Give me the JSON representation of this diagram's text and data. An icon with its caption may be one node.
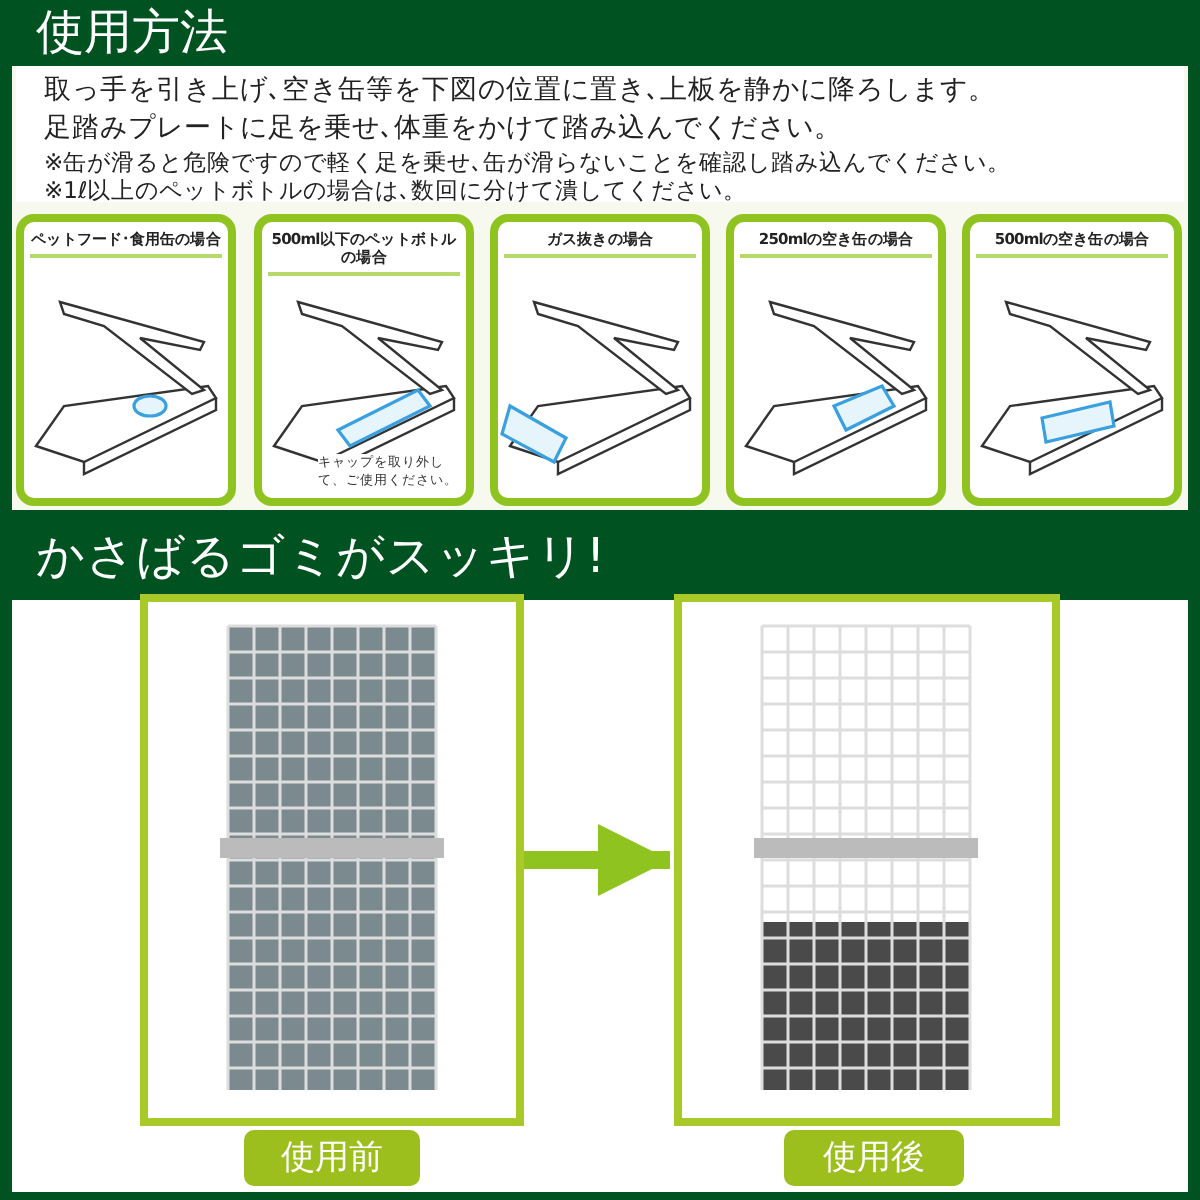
{
  "diagram": {
    "nodes": [
      {
        "text": [
          "使用方法"
        ]
      },
      {
        "text": [
          "取っ手を引き上げ､空き缶等を下図の位置に置き､上板を静かに降ろします。",
          "足踏みプレートに足を乗せ､体重をかけて踏み込んでください。",
          "※缶が滑ると危険ですので軽く足を乗せ､缶が滑らないことを確認し踏み込んでください。",
          "※1ℓ以上のペットボトルの場合は､数回に分けて潰してください。"
        ]
      },
      {
        "text": [
          "ペットフード･食用缶の場合"
        ]
      },
      {
        "text": [
          "500ml以下のペットボトルの場合",
          "キャップを取り外して、ご使用ください。"
        ]
      },
      {
        "text": [
          "ガス抜きの場合"
        ]
      },
      {
        "text": [
          "250mlの空き缶の場合"
        ]
      },
      {
        "text": [
          "500mlの空き缶の場合"
        ]
      },
      {
        "text": [
          "かさばるゴミがスッキリ!"
        ]
      },
      {
        "text": [],
        "shape": "picture"
      },
      {
        "text": [],
        "shape": "picture"
      },
      {
        "text": [
          "使用前"
        ]
      },
      {
        "text": [
          "使用後"
        ]
      }
    ],
    "edges": [
      {
        "from": 8,
        "to": 9,
        "arrow": "to"
      }
    ]
  }
}
